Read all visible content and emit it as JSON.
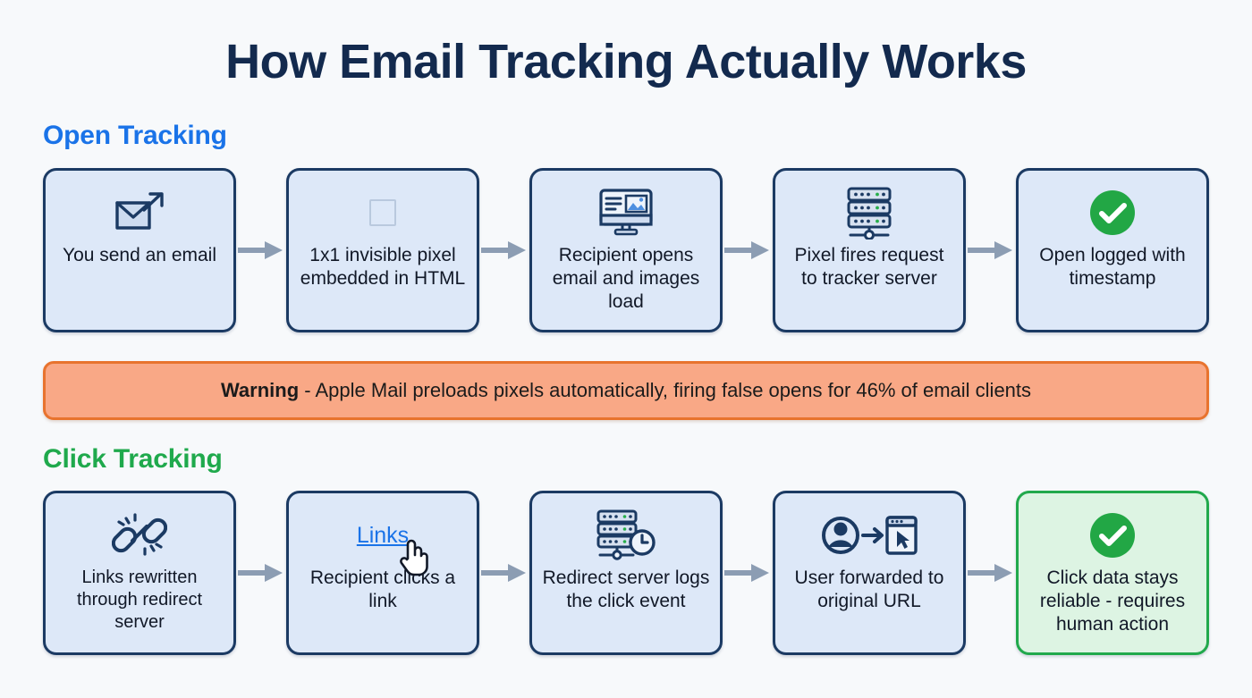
{
  "title": "How Email Tracking Actually Works",
  "colors": {
    "background": "#f7f9fb",
    "title": "#132a4e",
    "open_accent": "#1a73e8",
    "click_accent": "#1fa94c",
    "card_fill": "#dde8f8",
    "card_border": "#1b3a63",
    "success_fill": "#ddf4e3",
    "success_border": "#21a94c",
    "warning_fill": "#f9a886",
    "warning_border": "#e8732e",
    "arrow": "#8c9db3",
    "check_green": "#22a745"
  },
  "sections": {
    "open": {
      "label": "Open Tracking",
      "steps": [
        {
          "icon": "envelope-send-icon",
          "caption": "You send an email"
        },
        {
          "icon": "tracking-pixel-icon",
          "caption": "1x1 invisible pixel embedded in HTML"
        },
        {
          "icon": "monitor-image-icon",
          "caption": "Recipient opens email and images load"
        },
        {
          "icon": "server-rack-icon",
          "caption": "Pixel fires request to tracker server"
        },
        {
          "icon": "check-circle-icon",
          "caption": "Open logged with timestamp"
        }
      ]
    },
    "click": {
      "label": "Click Tracking",
      "steps": [
        {
          "icon": "chain-link-icon",
          "caption": "Links rewritten through redirect server"
        },
        {
          "icon": "link-click-cursor-icon",
          "caption": "Recipient clicks a link",
          "link_text": "Links"
        },
        {
          "icon": "server-clock-icon",
          "caption": "Redirect server logs the click event"
        },
        {
          "icon": "user-forward-browser-icon",
          "caption": "User forwarded to original URL"
        },
        {
          "icon": "check-circle-icon",
          "caption": "Click data stays reliable - requires human action"
        }
      ]
    }
  },
  "warning": {
    "label": "Warning",
    "separator": " - ",
    "text": "Apple Mail preloads pixels automatically, firing false opens for 46% of email clients"
  }
}
